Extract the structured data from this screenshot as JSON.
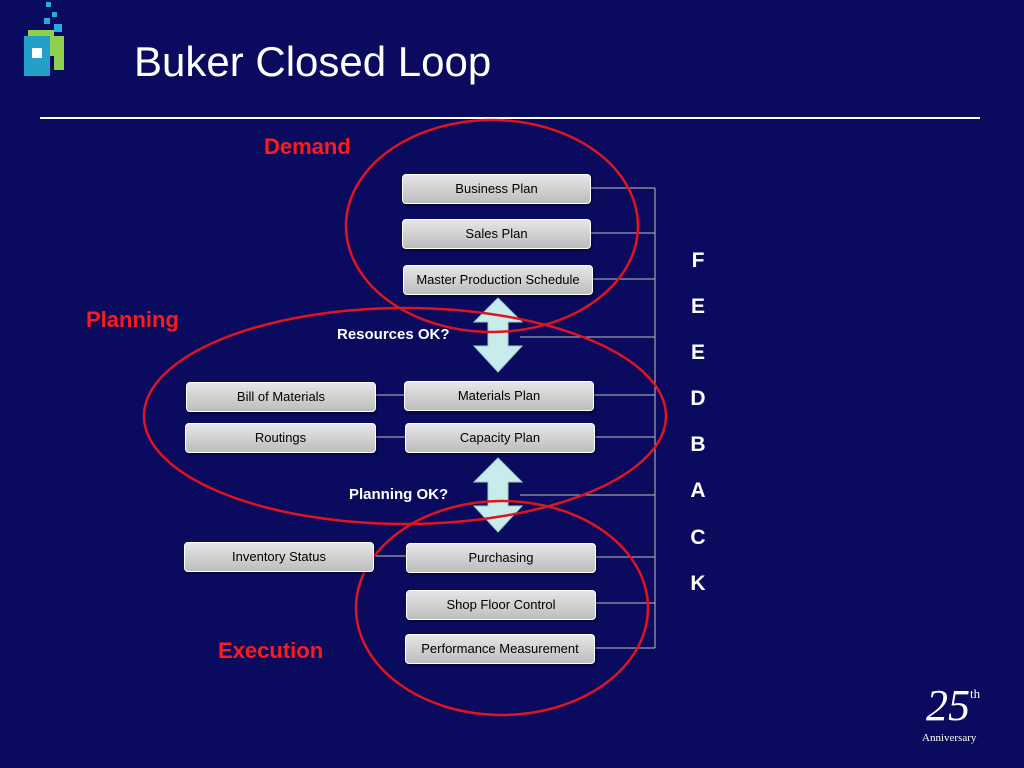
{
  "slide": {
    "title": "Buker Closed Loop"
  },
  "zones": {
    "demand": "Demand",
    "planning": "Planning",
    "execution": "Execution"
  },
  "boxes": {
    "business_plan": "Business Plan",
    "sales_plan": "Sales Plan",
    "master_production_schedule": "Master Production Schedule",
    "bill_of_materials": "Bill of Materials",
    "materials_plan": "Materials Plan",
    "routings": "Routings",
    "capacity_plan": "Capacity Plan",
    "inventory_status": "Inventory Status",
    "purchasing": "Purchasing",
    "shop_floor_control": "Shop Floor Control",
    "performance_measurement": "Performance Measurement"
  },
  "questions": {
    "resources_ok": "Resources OK?",
    "planning_ok": "Planning OK?"
  },
  "feedback": [
    "F",
    "E",
    "E",
    "D",
    "B",
    "A",
    "C",
    "K"
  ],
  "anniversary": {
    "number": "25",
    "suffix": "th",
    "word": "Anniversary"
  },
  "colors": {
    "background": "#0a0a5e",
    "zone_ellipse": "#e0141e",
    "zone_label": "#ff1a1a",
    "arrow_fill": "#c8ecec",
    "box_fill": "#d4d4d4"
  }
}
